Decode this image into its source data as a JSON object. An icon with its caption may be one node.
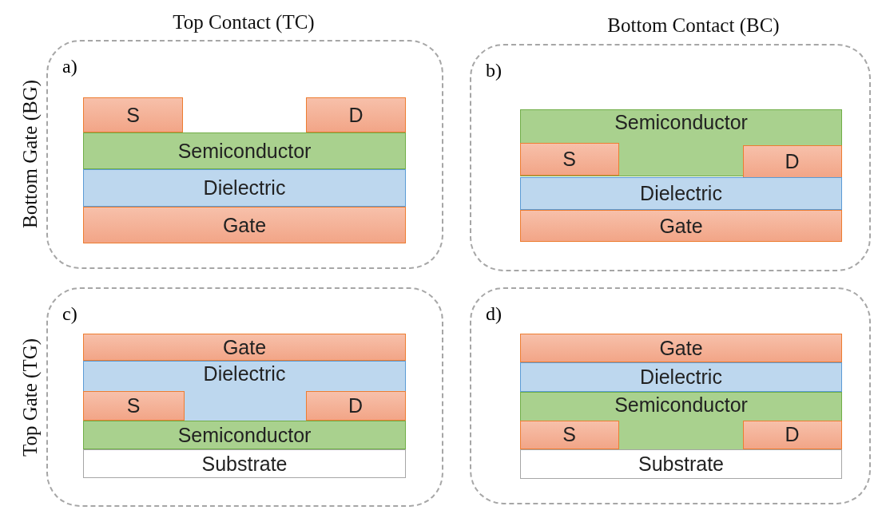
{
  "diagram": {
    "nodes": [
      {
        "text": [
          "a)"
        ]
      },
      {
        "text": [
          "S"
        ],
        "in": 0
      },
      {
        "text": [
          "D"
        ],
        "in": 0
      },
      {
        "text": [
          "Semiconductor"
        ],
        "in": 0
      },
      {
        "text": [
          "Dielectric"
        ],
        "in": 0
      },
      {
        "text": [
          "Gate"
        ],
        "in": 0
      },
      {
        "text": [
          "b)"
        ]
      },
      {
        "text": [
          "Semiconductor"
        ],
        "in": 6
      },
      {
        "text": [
          "S"
        ],
        "in": 7
      },
      {
        "text": [
          "D"
        ],
        "in": 7
      },
      {
        "text": [
          "Dielectric"
        ],
        "in": 6
      },
      {
        "text": [
          "Gate"
        ],
        "in": 6
      },
      {
        "text": [
          "c)"
        ]
      },
      {
        "text": [
          "Gate"
        ],
        "in": 12
      },
      {
        "text": [
          "Dielectric"
        ],
        "in": 12
      },
      {
        "text": [
          "S"
        ],
        "in": 14
      },
      {
        "text": [
          "D"
        ],
        "in": 14
      },
      {
        "text": [
          "Semiconductor"
        ],
        "in": 12
      },
      {
        "text": [
          "Substrate"
        ],
        "in": 12
      },
      {
        "text": [
          "d)"
        ]
      },
      {
        "text": [
          "Gate"
        ],
        "in": 19
      },
      {
        "text": [
          "Dielectric"
        ],
        "in": 19
      },
      {
        "text": [
          "Semiconductor"
        ],
        "in": 19
      },
      {
        "text": [
          "S"
        ],
        "in": 22
      },
      {
        "text": [
          "D"
        ],
        "in": 22
      },
      {
        "text": [
          "Substrate"
        ],
        "in": 19
      }
    ],
    "labels": [
      "Top Contact (TC)",
      "Bottom Contact (BC)",
      "Bottom Gate (BG)",
      "Top Gate (TG)"
    ]
  }
}
